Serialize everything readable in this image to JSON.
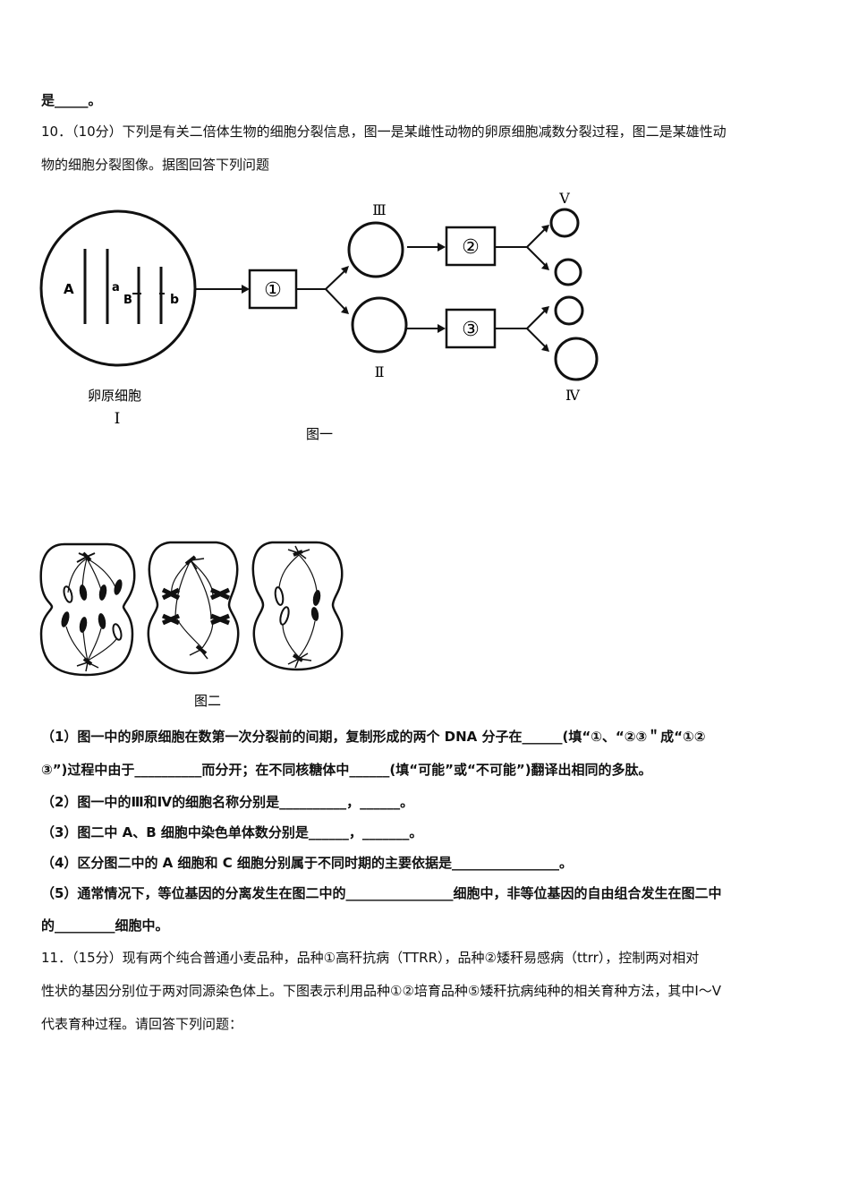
{
  "lines": {
    "l0": "是_____。",
    "q10_head": "10．（10分）下列是有关二倍体生物的细胞分裂信息，图一是某雌性动物的卵原细胞减数分裂过程，图二是某雄性动",
    "q10_cont": "物的细胞分裂图像。据图回答下列问题",
    "p1a": "（1）图一中的卵原细胞在数第一次分裂前的间期，复制形成的两个 DNA 分子在______(填“①、“②③＂成“①②",
    "p1b": "③”)过程中由于__________而分开；在不同核糖体中______(填“可能”或“不可能”)翻译出相同的多肽。",
    "p2": "（2）图一中的Ⅲ和Ⅳ的细胞名称分别是__________，______。",
    "p3": "（3）图二中 A、B 细胞中染色单体数分别是______，_______。",
    "p4": "（4）区分图二中的 A 细胞和 C 细胞分别属于不同时期的主要依据是________________。",
    "p5a": "（5）通常情况下，等位基因的分离发生在图二中的________________细胞中，非等位基因的自由组合发生在图二中",
    "p5b": "的_________细胞中。",
    "q11_a": "11．（15分）现有两个纯合普通小麦品种，品种①高秆抗病（TTRR），品种②矮秆易感病（ttrr），控制两对相对",
    "q11_b": "性状的基因分别位于两对同源染色体上。下图表示利用品种①②培育品种⑤矮秆抗病纯种的相关育种方法，其中Ⅰ～Ⅴ",
    "q11_c": "代表育种过程。请回答下列问题："
  },
  "fig1": {
    "caption": "图一",
    "cell_label": "卵原细胞",
    "cell_roman": "Ⅰ",
    "gene_A": "A",
    "gene_a": "a",
    "gene_B": "B",
    "gene_b": "b",
    "box1": "①",
    "box2": "②",
    "box3": "③",
    "label_III": "Ⅲ",
    "label_II": "Ⅱ",
    "label_V": "Ⅴ",
    "label_IV": "Ⅳ"
  },
  "fig2": {
    "caption": "图二"
  }
}
